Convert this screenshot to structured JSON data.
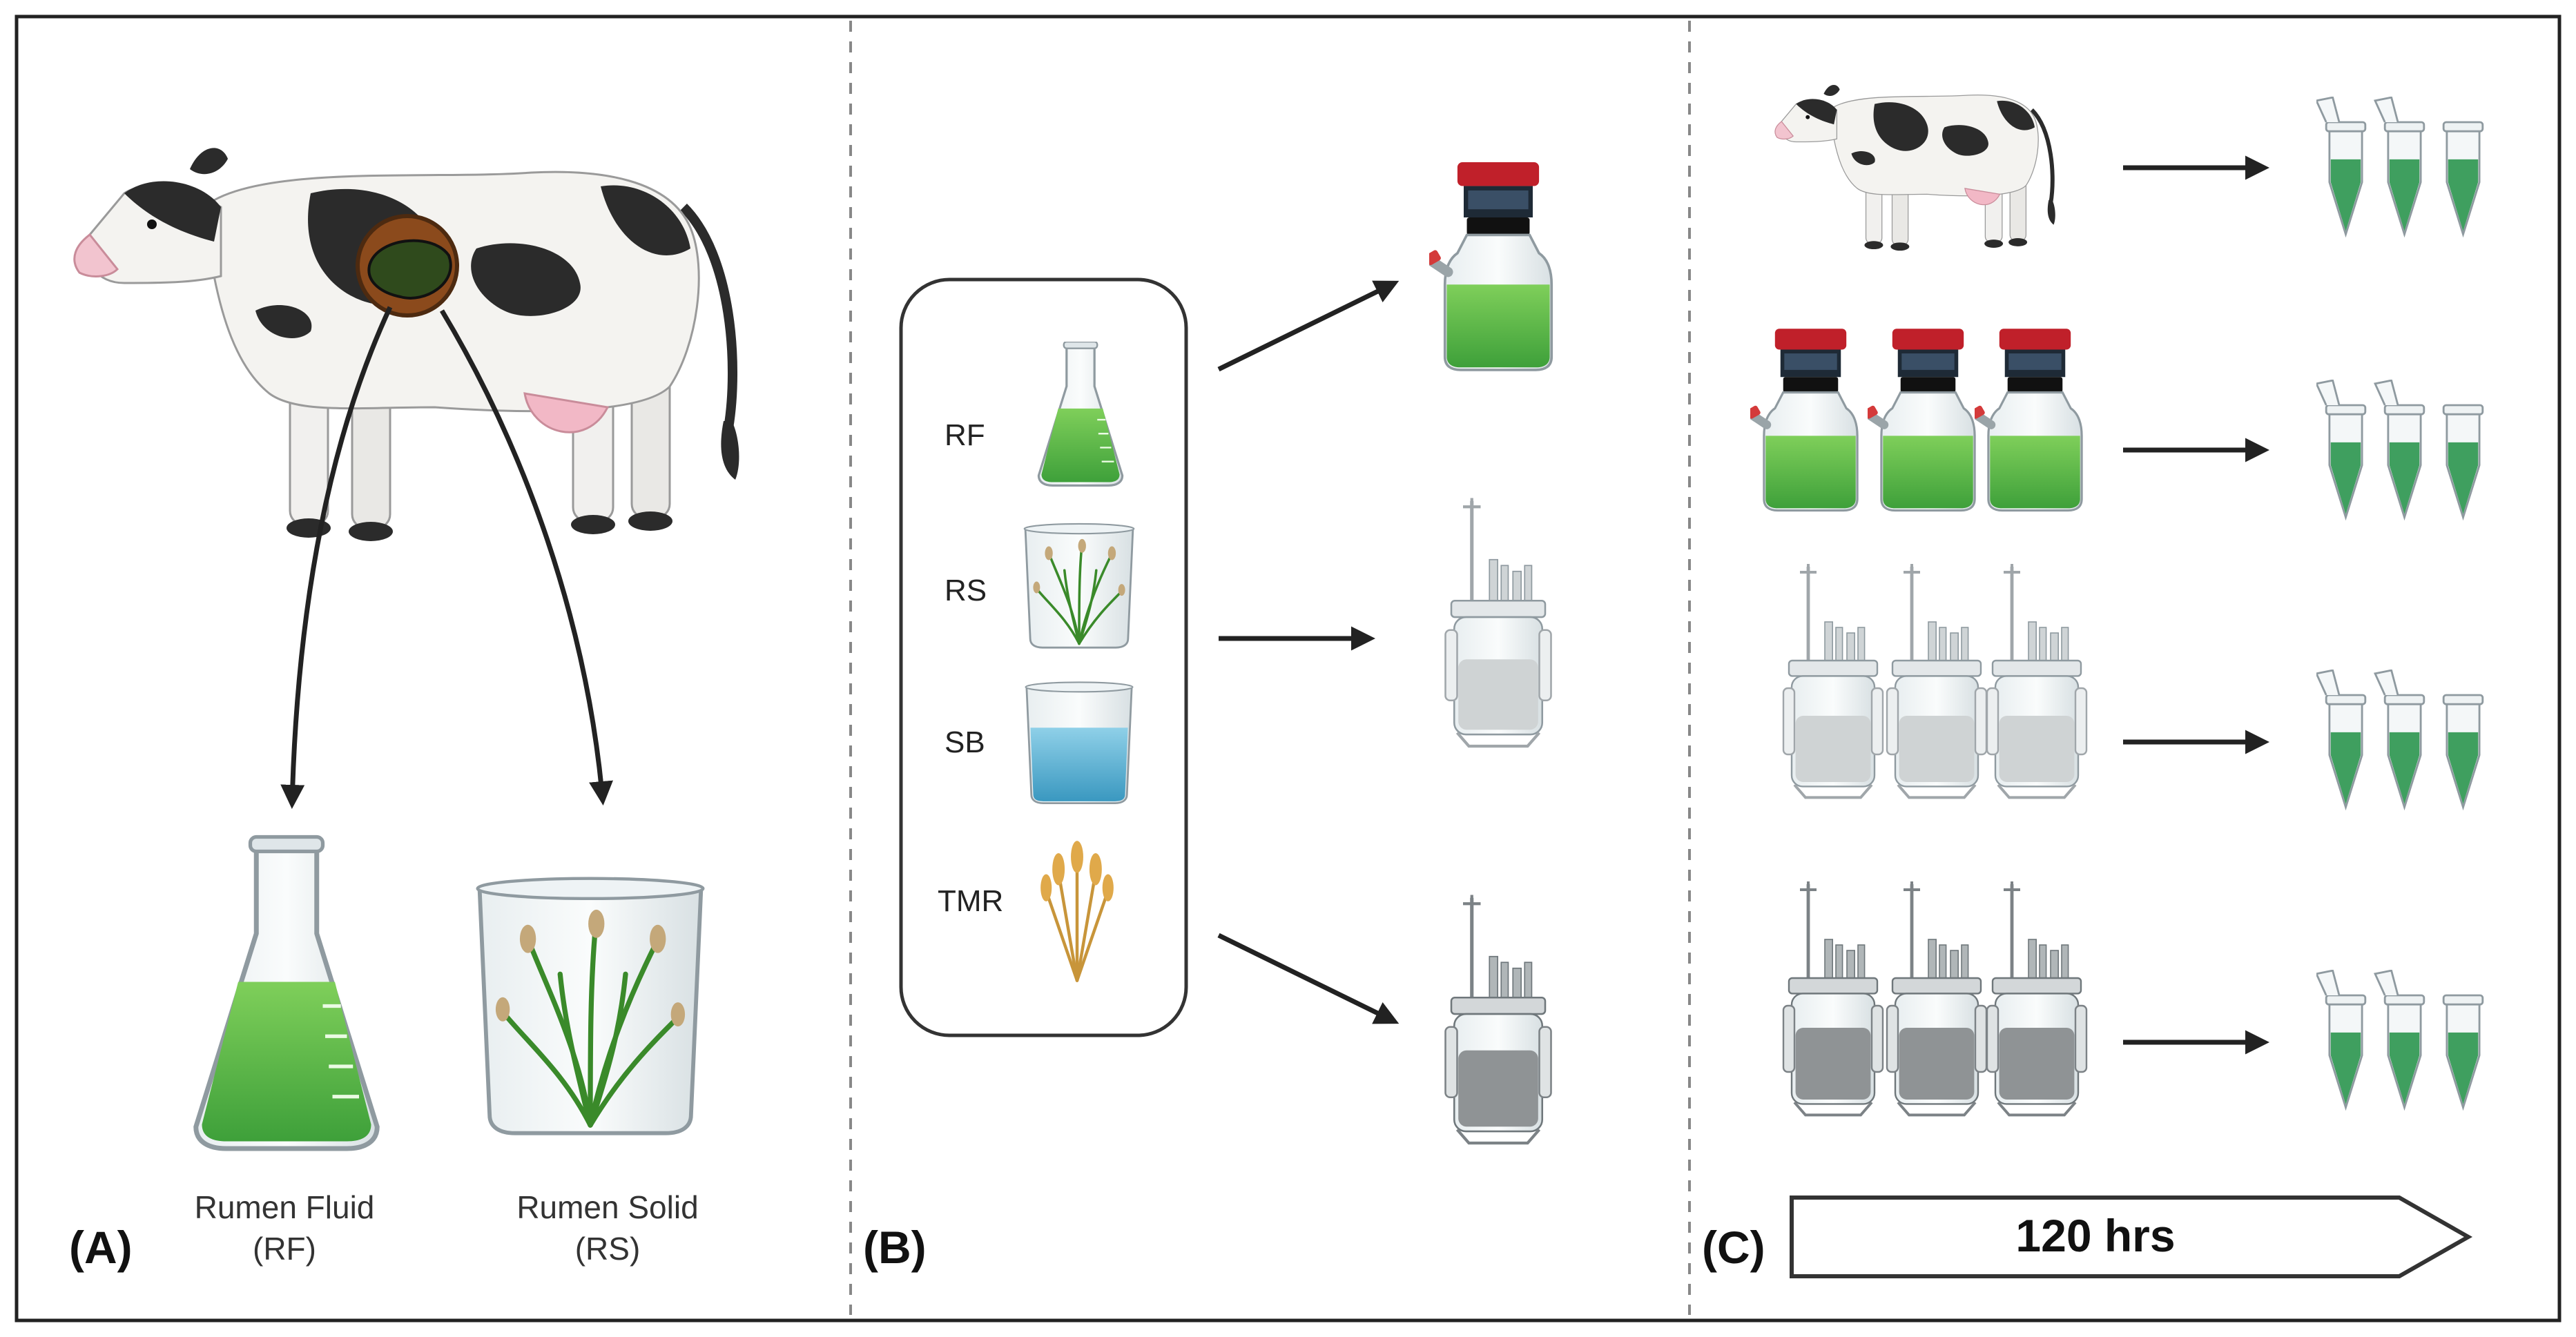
{
  "panels": {
    "a": {
      "label": "(A)",
      "rumen_fluid": {
        "line1": "Rumen Fluid",
        "line2": "(RF)"
      },
      "rumen_solid": {
        "line1": "Rumen Solid",
        "line2": "(RS)"
      }
    },
    "b": {
      "label": "(B)",
      "sources": [
        "RF",
        "RS",
        "SB",
        "TMR"
      ]
    },
    "c": {
      "label": "(C)",
      "timeline": "120 hrs"
    }
  },
  "colors": {
    "liquid_green": "#5fb84a",
    "tube_green": "#3f9f5f",
    "buffer_blue": "#5fb0d0",
    "cap_red": "#c0202a",
    "cow_black": "#2b2b2b",
    "arrow": "#222222"
  }
}
